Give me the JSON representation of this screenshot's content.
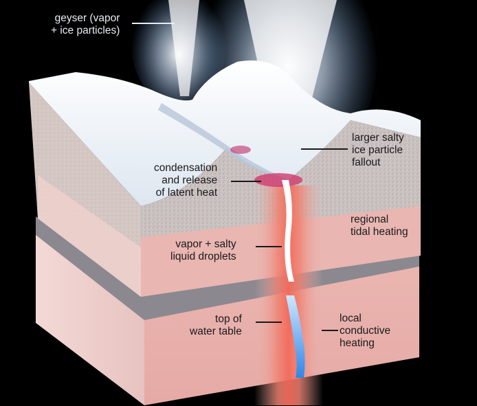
{
  "labels": {
    "geyser": "geyser (vapor\n+ ice particles)",
    "condensation": "condensation\nand release\nof latent heat",
    "larger_salty": "larger salty\nice particle\nfallout",
    "regional": "regional\ntidal heating",
    "vapor_droplets": "vapor + salty\nliquid droplets",
    "top_water": "top of\nwater table",
    "local_heating": "local\nconductive\nheating"
  },
  "colors": {
    "background": "#000000",
    "ice_surface": "#eef2f7",
    "regolith": "#c8bfbd",
    "crust_pink": "#e9b6b2",
    "crust_side": "#f2d2cf",
    "fault_gap": "#8b8890",
    "heating_glow": "#f08070",
    "water_channel": "#3a8ee8",
    "vent_magenta": "#d0306a",
    "plume": "#d8ecff",
    "label_text": "#1a1a1a",
    "label_text_light": "#e8ecf2"
  }
}
